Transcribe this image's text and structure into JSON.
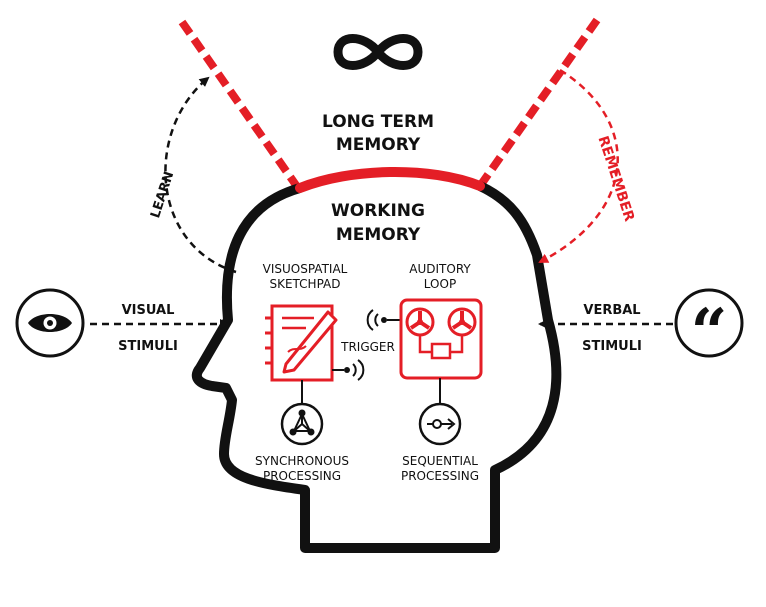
{
  "colors": {
    "red": "#e41e26",
    "black": "#111111",
    "white": "#ffffff"
  },
  "labels": {
    "long_term_memory": [
      "LONG TERM",
      "MEMORY"
    ],
    "working_memory": [
      "WORKING",
      "MEMORY"
    ],
    "learn": "LEARN",
    "remember": "REMEMBER",
    "visual_stimuli": [
      "VISUAL",
      "STIMULI"
    ],
    "verbal_stimuli": [
      "VERBAL",
      "STIMULI"
    ],
    "visuospatial_sketchpad": [
      "VISUOSPATIAL",
      "SKETCHPAD"
    ],
    "auditory_loop": [
      "AUDITORY",
      "LOOP"
    ],
    "trigger": "TRIGGER",
    "synchronous_processing": [
      "SYNCHRONOUS",
      "PROCESSING"
    ],
    "sequential_processing": [
      "SEQUENTIAL",
      "PROCESSING"
    ]
  },
  "icons": {
    "infinity": "infinity-icon",
    "eye": "eye-icon",
    "quote": "quotation-mark-icon",
    "sketchpad": "notepad-pen-icon",
    "tape": "reel-to-reel-tape-icon",
    "sync": "network-nodes-icon",
    "sequence": "arrow-through-circle-icon"
  }
}
